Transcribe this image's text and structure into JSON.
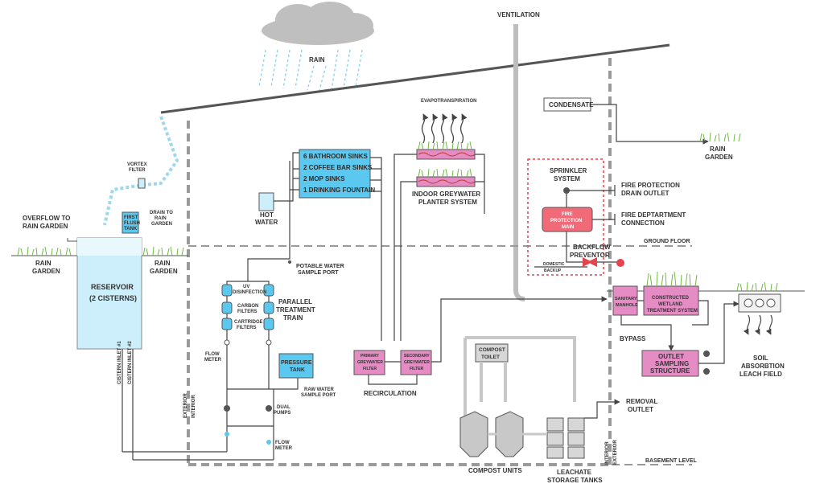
{
  "labels": {
    "rain": "RAIN",
    "ventilation": "VENTILATION",
    "evapotranspiration": "EVAPOTRANSPIRATION",
    "condensate": "CONDENSATE",
    "rain_garden": "RAIN",
    "rain_garden_2": "GARDEN",
    "vortex_filter_1": "VORTEX",
    "vortex_filter_2": "FILTER",
    "first_flush_1": "FIRST",
    "first_flush_2": "FLUSH",
    "first_flush_3": "TANK",
    "drain_rg_1": "DRAIN TO",
    "drain_rg_2": "RAIN",
    "drain_rg_3": "GARDEN",
    "overflow_1": "OVERFLOW TO",
    "overflow_2": "RAIN GARDEN",
    "reservoir_1": "RESERVOIR",
    "reservoir_2": "(2 CISTERNS)",
    "cistern_inlet_1": "CISTERN INLET #1",
    "cistern_inlet_2": "CISTERN INLET #2",
    "exterior": "EXTERIOR",
    "interior": "INTERIOR",
    "hot_water_1": "HOT",
    "hot_water_2": "WATER",
    "fixture_1": "6 BATHROOM SINKS",
    "fixture_2": "2 COFFEE BAR SINKS",
    "fixture_3": "2 MOP SINKS",
    "fixture_4": "1 DRINKING FOUNTAIN",
    "planter_1": "INDOOR GREYWATER",
    "planter_2": "PLANTER SYSTEM",
    "potable_1": "POTABLE WATER",
    "potable_2": "SAMPLE PORT",
    "uv_1": "UV",
    "uv_2": "DISINFECTION",
    "carbon_1": "CARBON",
    "carbon_2": "FILTERS",
    "cartridge_1": "CARTRIDGE",
    "cartridge_2": "FILTERS",
    "parallel_1": "PARALLEL",
    "parallel_2": "TREATMENT",
    "parallel_3": "TRAIN",
    "flow_meter_1": "FLOW",
    "flow_meter_2": "METER",
    "pressure_1": "PRESSURE",
    "pressure_2": "TANK",
    "raw_1": "RAW WATER",
    "raw_2": "SAMPLE PORT",
    "dual_1": "DUAL",
    "dual_2": "PUMPS",
    "primary_1": "PRIMARY",
    "primary_2": "GREYWATER",
    "primary_3": "FILTER",
    "secondary_1": "SECONDARY",
    "secondary_2": "GREYWATER",
    "secondary_3": "FILTER",
    "recirculation": "RECIRCULATION",
    "compost_toilet_1": "COMPOST",
    "compost_toilet_2": "TOILET",
    "compost_units": "COMPOST UNITS",
    "leachate_1": "LEACHATE",
    "leachate_2": "STORAGE TANKS",
    "removal_1": "REMOVAL",
    "removal_2": "OUTLET",
    "sprinkler_1": "SPRINKLER",
    "sprinkler_2": "SYSTEM",
    "fire_main_1": "FIRE",
    "fire_main_2": "PROTECTION",
    "fire_main_3": "MAIN",
    "fp_drain_1": "FIRE PROTECTION",
    "fp_drain_2": "DRAIN OUTLET",
    "fd_conn_1": "FIRE DEPTARTMENT",
    "fd_conn_2": "CONNECTION",
    "ground_floor": "GROUND FLOOR",
    "backflow_1": "BACKFLOW",
    "backflow_2": "PREVENTOR",
    "domestic_1": "DOMESTIC",
    "domestic_2": "BACKUP",
    "sanitary_1": "SANITARY",
    "sanitary_2": "MANHOLE",
    "wetland_1": "CONSTRUCTED",
    "wetland_2": "WETLAND",
    "wetland_3": "TREATMENT SYSTEM",
    "bypass": "BYPASS",
    "outlet_1": "OUTLET",
    "outlet_2": "SAMPLING",
    "outlet_3": "STRUCTURE",
    "soil_1": "SOIL",
    "soil_2": "ABSORBTION",
    "soil_3": "LEACH FIELD",
    "basement_level": "BASEMENT LEVEL"
  },
  "colors": {
    "water_blue": "#5bc8ef",
    "light_blue": "#cdeffb",
    "pink": "#e58cc4",
    "red": "#e5444f",
    "fire_box": "#f06a78",
    "grass": "#6dbb3f",
    "grey_wall": "#9a9a9a"
  }
}
